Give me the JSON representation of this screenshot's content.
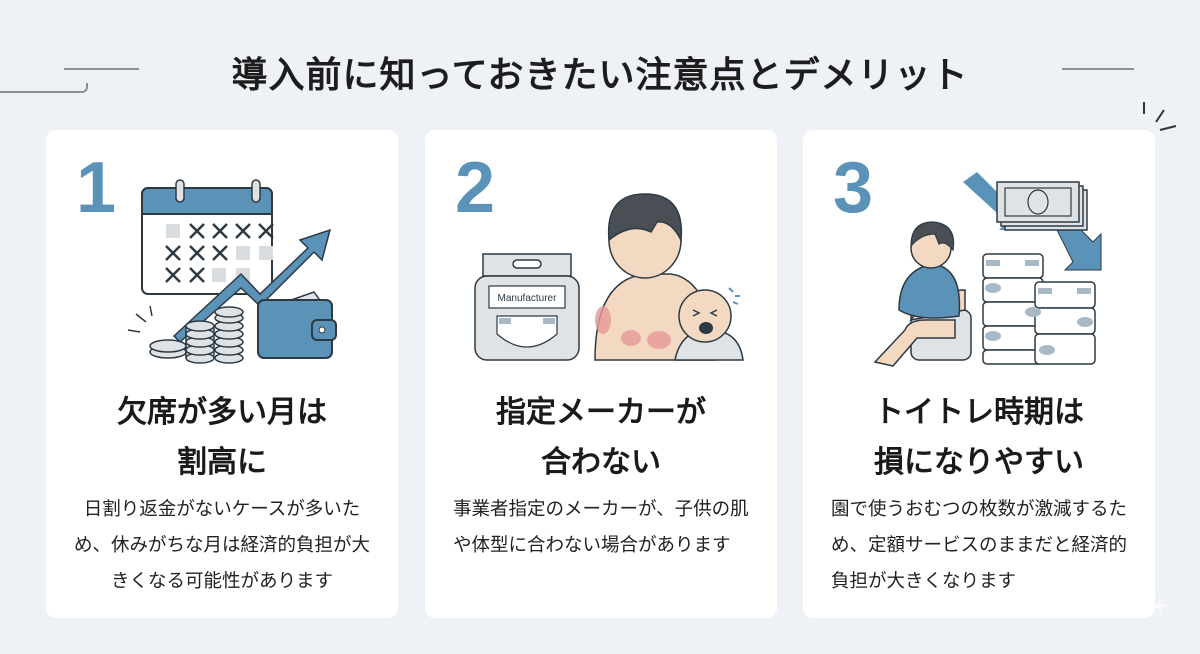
{
  "page": {
    "title": "導入前に知っておきたい注意点とデメリット",
    "accent_color": "#5b93b8",
    "background_color": "#eef1f6"
  },
  "cards": [
    {
      "number": "1",
      "title_line1": "欠席が多い月は",
      "title_line2": "割高に",
      "description": "日割り返金がないケースが多いため、休みがちな月は経済的負担が大きくなる可能性があります",
      "illustration": "calendar-absences-rising-cost-icon"
    },
    {
      "number": "2",
      "title_line1": "指定メーカーが",
      "title_line2": "合わない",
      "description": "事業者指定のメーカーが、子供の肌や体型に合わない場合があります",
      "illustration": "diaper-pack-skin-rash-icon",
      "package_label": "Manufacturer"
    },
    {
      "number": "3",
      "title_line1": "トイトレ時期は",
      "title_line2": "損になりやすい",
      "description": "園で使うおむつの枚数が激減するため、定額サービスのままだと経済的負担が大きくなります",
      "illustration": "potty-training-diaper-decrease-icon"
    }
  ]
}
